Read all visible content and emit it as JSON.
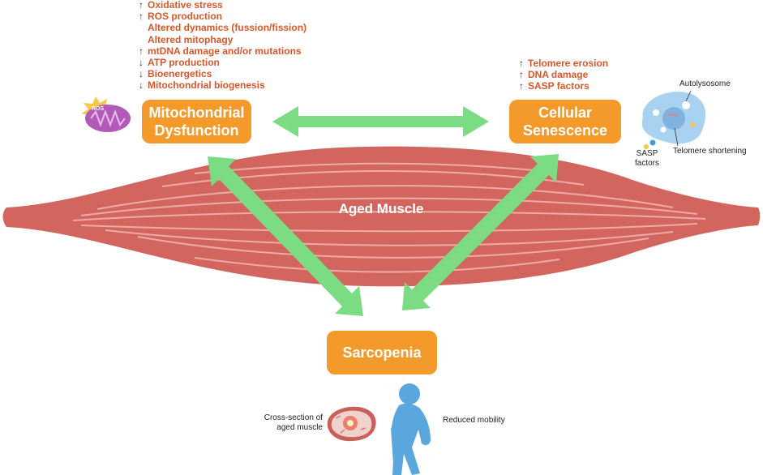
{
  "mitochondrial_box": {
    "line1": "Mitochondrial",
    "line2": "Dysfunction",
    "color": "#f39a2b"
  },
  "senescence_box": {
    "line1": "Cellular",
    "line2": "Senescence",
    "color": "#f39a2b"
  },
  "sarcopenia_box": {
    "label": "Sarcopenia",
    "color": "#f39a2b"
  },
  "mito_hallmarks": [
    {
      "arrow": "↑",
      "text": "Oxidative stress"
    },
    {
      "arrow": "↑",
      "text": "ROS production"
    },
    {
      "arrow": "",
      "text": "Altered dynamics (fussion/fission)"
    },
    {
      "arrow": "",
      "text": "Altered mitophagy"
    },
    {
      "arrow": "↑",
      "text": "mtDNA damage and/or mutations"
    },
    {
      "arrow": "↓",
      "text": "ATP production"
    },
    {
      "arrow": "↓",
      "text": "Bioenergetics"
    },
    {
      "arrow": "↓",
      "text": "Mitochondrial biogenesis"
    }
  ],
  "senescence_hallmarks": [
    {
      "arrow": "↑",
      "text": "Telomere erosion"
    },
    {
      "arrow": "↑",
      "text": "DNA damage"
    },
    {
      "arrow": "↑",
      "text": "SASP factors"
    }
  ],
  "muscle": {
    "label": "Aged Muscle",
    "color": "#d2665f"
  },
  "mitochondrion_icon": {
    "badge": "ROS"
  },
  "senescent_cell_labels": {
    "autolysosome": "Autolysosome",
    "telomere": "Telomere shortening",
    "sasp_line1": "SASP",
    "sasp_line2": "factors"
  },
  "sarcopenia_labels": {
    "cross_line1": "Cross-section of",
    "cross_line2": "aged muscle",
    "mobility": "Reduced mobility"
  },
  "colors": {
    "arrow": "#7bdc84",
    "hallmark_text": "#d8572a",
    "person": "#5aa7dd",
    "cell": "#a9d2f1"
  }
}
